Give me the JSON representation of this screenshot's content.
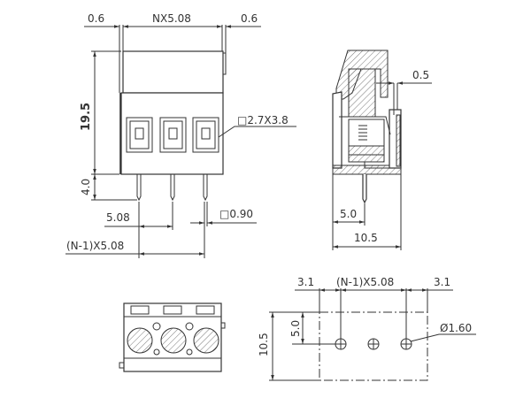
{
  "front_view": {
    "dim_left_margin": "0.6",
    "dim_pitch_total": "NX5.08",
    "dim_right_margin": "0.6",
    "dim_height": "19.5",
    "dim_pin_length": "4.0",
    "dim_pitch": "5.08",
    "dim_pin_size": "□0.90",
    "dim_pin_span": "(N-1)X5.08",
    "dim_wire_opening": "□2.7X3.8"
  },
  "side_view": {
    "dim_offset": "0.5",
    "dim_pin_offset": "5.0",
    "dim_depth": "10.5"
  },
  "pcb_layout": {
    "dim_left_margin": "3.1",
    "dim_pin_span": "(N-1)X5.08",
    "dim_right_margin": "3.1",
    "dim_height": "10.5",
    "dim_hole_offset": "5.0",
    "dim_hole_diameter": "Ø1.60"
  },
  "colors": {
    "line": "#333333",
    "background": "#ffffff"
  }
}
